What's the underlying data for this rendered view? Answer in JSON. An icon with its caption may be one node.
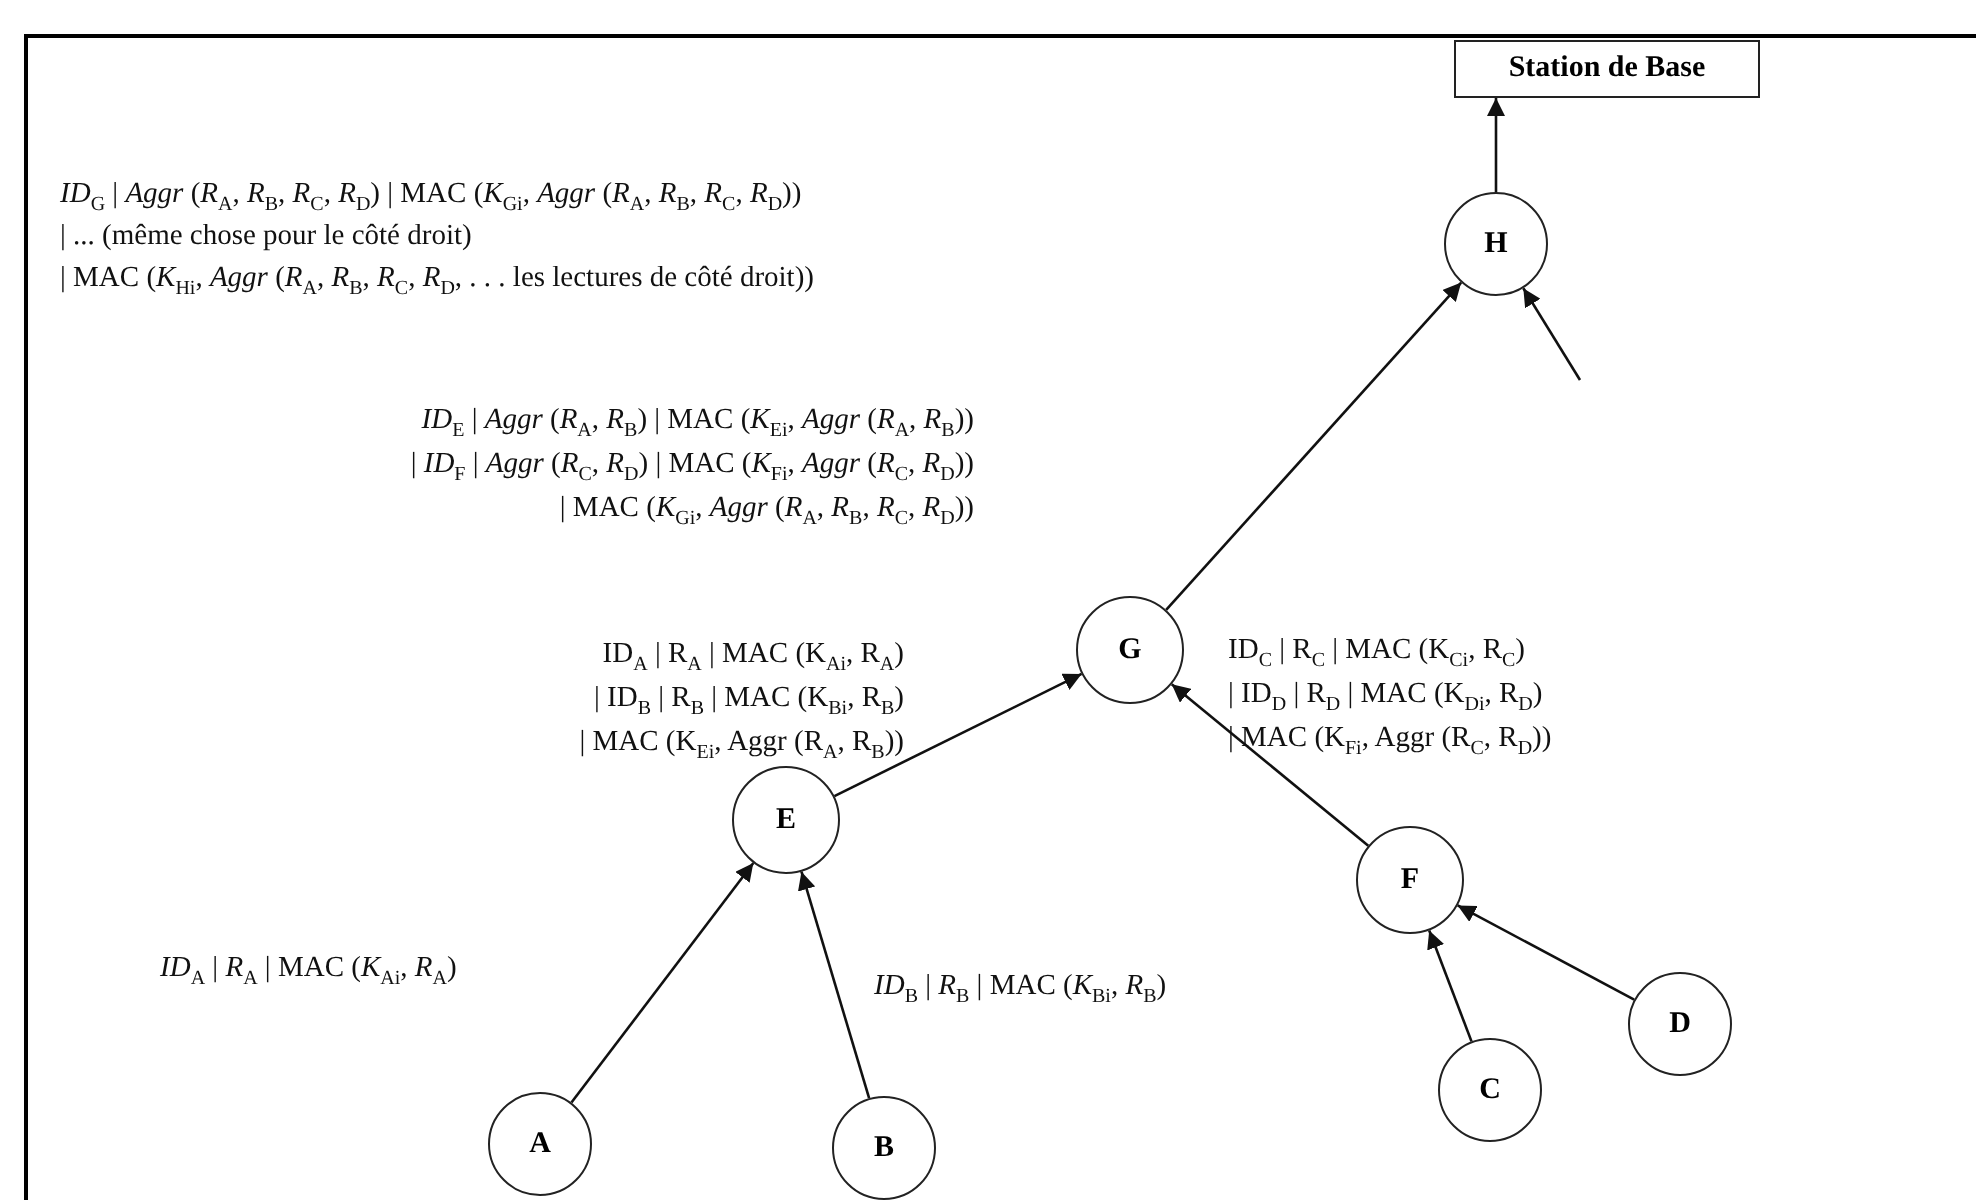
{
  "diagram": {
    "nodes": [
      {
        "text": [
          "Station de Base"
        ]
      },
      {
        "text": [
          "H"
        ]
      },
      {
        "text": [
          "G"
        ]
      },
      {
        "text": [
          "E"
        ]
      },
      {
        "text": [
          "F"
        ]
      },
      {
        "text": [
          "A"
        ]
      },
      {
        "text": [
          "B"
        ]
      },
      {
        "text": [
          "C"
        ]
      },
      {
        "text": [
          "D"
        ]
      }
    ],
    "edges": [
      {
        "from": 1,
        "to": 0,
        "arrow": "to"
      },
      {
        "from": 2,
        "to": 1,
        "arrow": "to"
      },
      {
        "from": null,
        "to": 1,
        "arrow": "to"
      },
      {
        "from": 3,
        "to": 2,
        "arrow": "to"
      },
      {
        "from": 4,
        "to": 2,
        "arrow": "to"
      },
      {
        "from": 5,
        "to": 3,
        "arrow": "to"
      },
      {
        "from": 6,
        "to": 3,
        "arrow": "to"
      },
      {
        "from": 7,
        "to": 4,
        "arrow": "to"
      },
      {
        "from": 8,
        "to": 4,
        "arrow": "to"
      }
    ],
    "labels": [
      "*ID*$_{G}$ | *Aggr* (*R*$_{A}$, *R*$_{B}$, *R*$_{C}$, *R*$_{D}$) | MAC (*K*$_{Gi}$, *Aggr* (*R*$_{A}$, *R*$_{B}$, *R*$_{C}$, *R*$_{D}$))",
      "| ... (même chose pour le côté droit)",
      "| MAC (*K*$_{Hi}$, *Aggr* (*R*$_{A}$, *R*$_{B}$, *R*$_{C}$, *R*$_{D}$, . . . les lectures de côté droit))",
      "*ID*$_{E}$ | *Aggr* (*R*$_{A}$, *R*$_{B}$) | MAC (*K*$_{Ei}$, *Aggr* (*R*$_{A}$, *R*$_{B}$))",
      "| *ID*$_{F}$ | *Aggr* (*R*$_{C}$, *R*$_{D}$) | MAC (*K*$_{Fi}$, *Aggr* (*R*$_{C}$, *R*$_{D}$))",
      "| MAC (*K*$_{Gi}$, *Aggr* (*R*$_{A}$, *R*$_{B}$, *R*$_{C}$, *R*$_{D}$))",
      "ID$_{A}$ | R$_{A}$ | MAC (K$_{Ai}$, R$_{A}$)",
      "| ID$_{B}$ | R$_{B}$ | MAC (K$_{Bi}$, R$_{B}$)",
      "| MAC (K$_{Ei}$, Aggr (R$_{A}$, R$_{B}$))",
      "ID$_{C}$ | R$_{C}$ | MAC (K$_{Ci}$, R$_{C}$)",
      "| ID$_{D}$ | R$_{D}$ | MAC (K$_{Di}$, R$_{D}$)",
      "| MAC (K$_{Fi}$, Aggr (R$_{C}$, R$_{D}$))",
      "*ID*$_{A}$ | *R*$_{A}$ | MAC (*K*$_{Ai}$, *R*$_{A}$)",
      "*ID*$_{B}$ | *R*$_{B}$ | MAC (*K*$_{Bi}$, *R*$_{B}$)"
    ]
  }
}
